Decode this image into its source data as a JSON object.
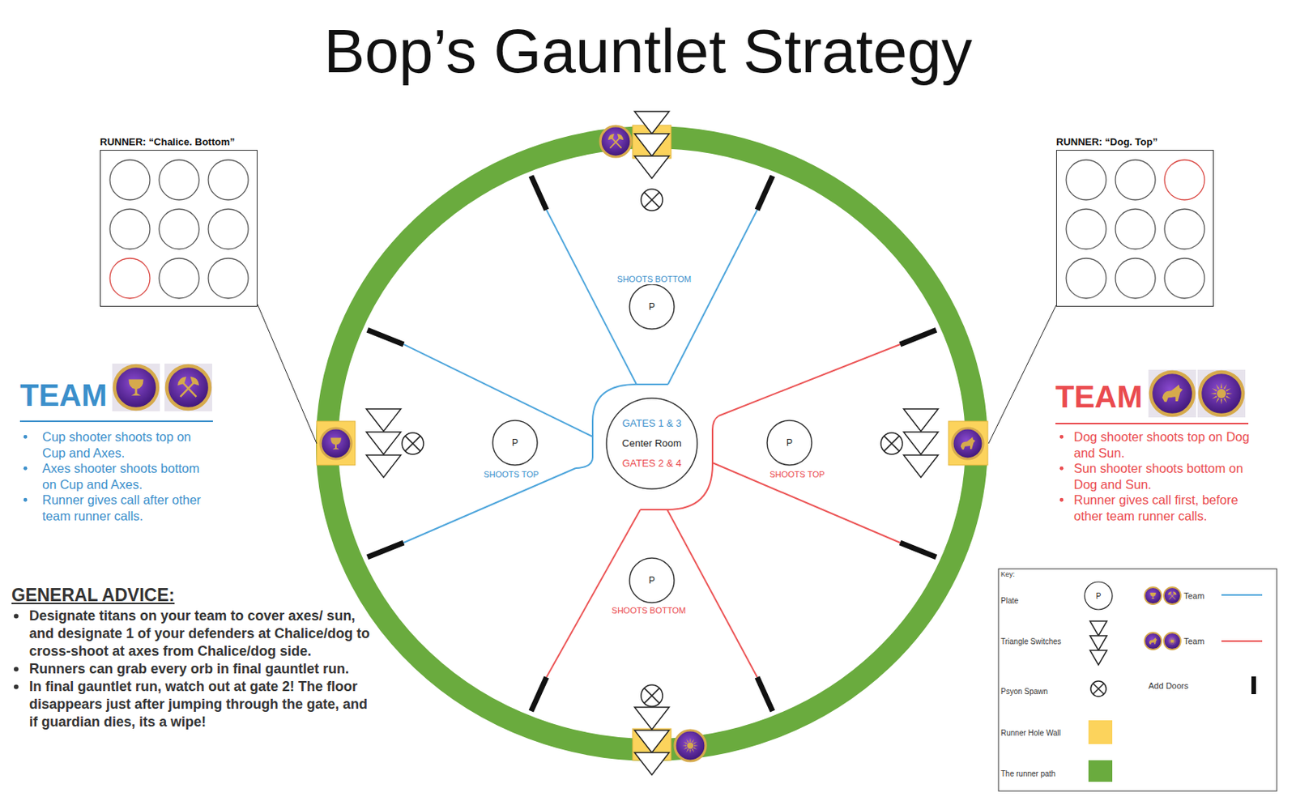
{
  "diagram": {
    "title": "Bop’s Gauntlet Strategy",
    "nodes": [
      {
        "text": [
          "RUNNER: “Chalice. Bottom”"
        ]
      },
      {
        "text": [
          "RUNNER: “Dog. Top”"
        ]
      },
      {
        "text": [
          "P"
        ]
      },
      {
        "text": [
          "P"
        ]
      },
      {
        "text": [
          "GATES 1 & 3",
          "Center Room",
          "GATES 2 & 4"
        ]
      },
      {
        "text": [
          "P"
        ]
      },
      {
        "text": [
          "P"
        ]
      }
    ],
    "labels": [
      "SHOOTS BOTTOM",
      "SHOOTS TOP",
      "SHOOTS TOP",
      "SHOOTS BOTTOM",
      "TEAM",
      "Cup shooter shoots top on Cup and Axes.",
      "Axes shooter shoots bottom on Cup and Axes.",
      "Runner gives call after other team runner calls.",
      "TEAM",
      "Dog shooter shoots top on Dog and Sun.",
      "Sun shooter shoots bottom on Dog and Sun.",
      "Runner gives call first, before other team runner calls.",
      "GENERAL ADVICE:",
      "Designate titans on your team to cover axes/ sun, and designate 1 of your defenders at Chalice/dog to cross-shoot at axes from Chalice/dog side.",
      "Runners can grab every orb in final gauntlet run.",
      "In final gauntlet run, watch out at gate 2! The floor disappears just after jumping through the gate, and if guardian dies, its a wipe!",
      "Key:",
      "P"
    ],
    "legend": [
      {
        "text": "Plate"
      },
      {
        "text": "Triangle Switches"
      },
      {
        "text": "Psyon Spawn"
      },
      {
        "text": "Runner Hole Wall",
        "color": "#fcd35c"
      },
      {
        "text": "The runner path",
        "color": "#6aab3e"
      },
      {
        "text": "Team"
      },
      {
        "text": "Team"
      },
      {
        "text": "Add Doors"
      }
    ]
  }
}
